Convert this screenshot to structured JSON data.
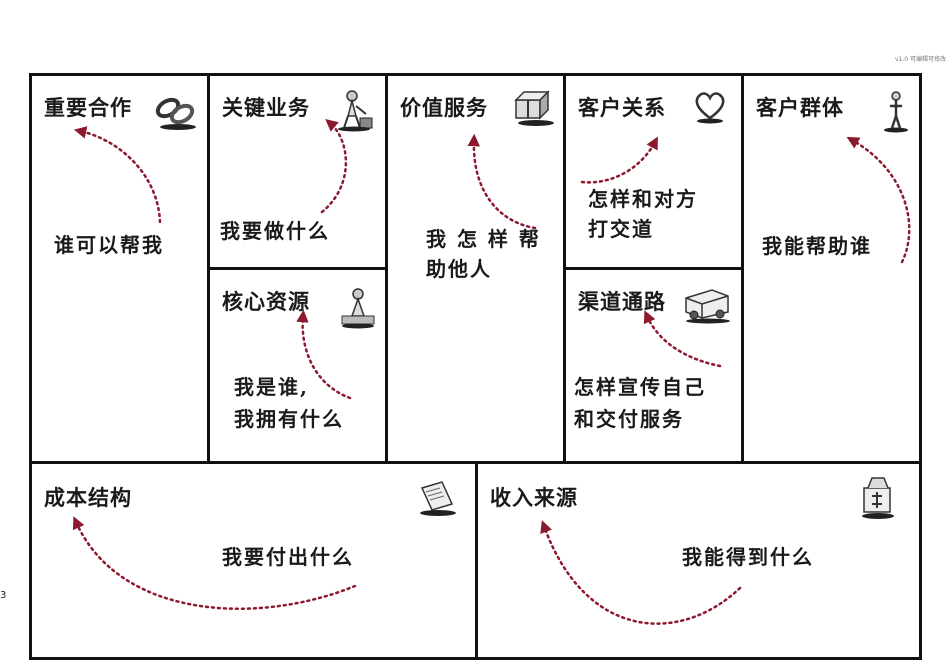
{
  "version_note": "v1.0 可编辑可修改",
  "page_number": "3",
  "blocks": {
    "key_partners": {
      "title": "重要合作",
      "note": "谁可以帮我",
      "icon": "chain-link-icon"
    },
    "key_activities": {
      "title": "关键业务",
      "note": "我要做什么",
      "icon": "worker-icon"
    },
    "key_resources": {
      "title": "核心资源",
      "note_line1": "我是谁,",
      "note_line2": "我拥有什么",
      "icon": "person-with-resources-icon"
    },
    "value_propositions": {
      "title": "价值服务",
      "note_line1": "我 怎 样 帮",
      "note_line2": "助他人",
      "icon": "gift-box-icon"
    },
    "customer_relationships": {
      "title": "客户关系",
      "note_line1": "怎样和对方",
      "note_line2": "打交道",
      "icon": "heart-icon"
    },
    "channels": {
      "title": "渠道通路",
      "note_line1": "怎样宣传自己",
      "note_line2": "和交付服务",
      "icon": "delivery-truck-icon"
    },
    "customer_segments": {
      "title": "客户群体",
      "note": "我能帮助谁",
      "icon": "standing-person-icon"
    },
    "cost_structure": {
      "title": "成本结构",
      "note": "我要付出什么",
      "icon": "price-tag-icon"
    },
    "revenue_streams": {
      "title": "收入来源",
      "note": "我能得到什么",
      "icon": "money-bag-icon"
    }
  },
  "colors": {
    "border": "#111111",
    "arrow": "#8b1a2e",
    "text": "#1a1a1a"
  }
}
